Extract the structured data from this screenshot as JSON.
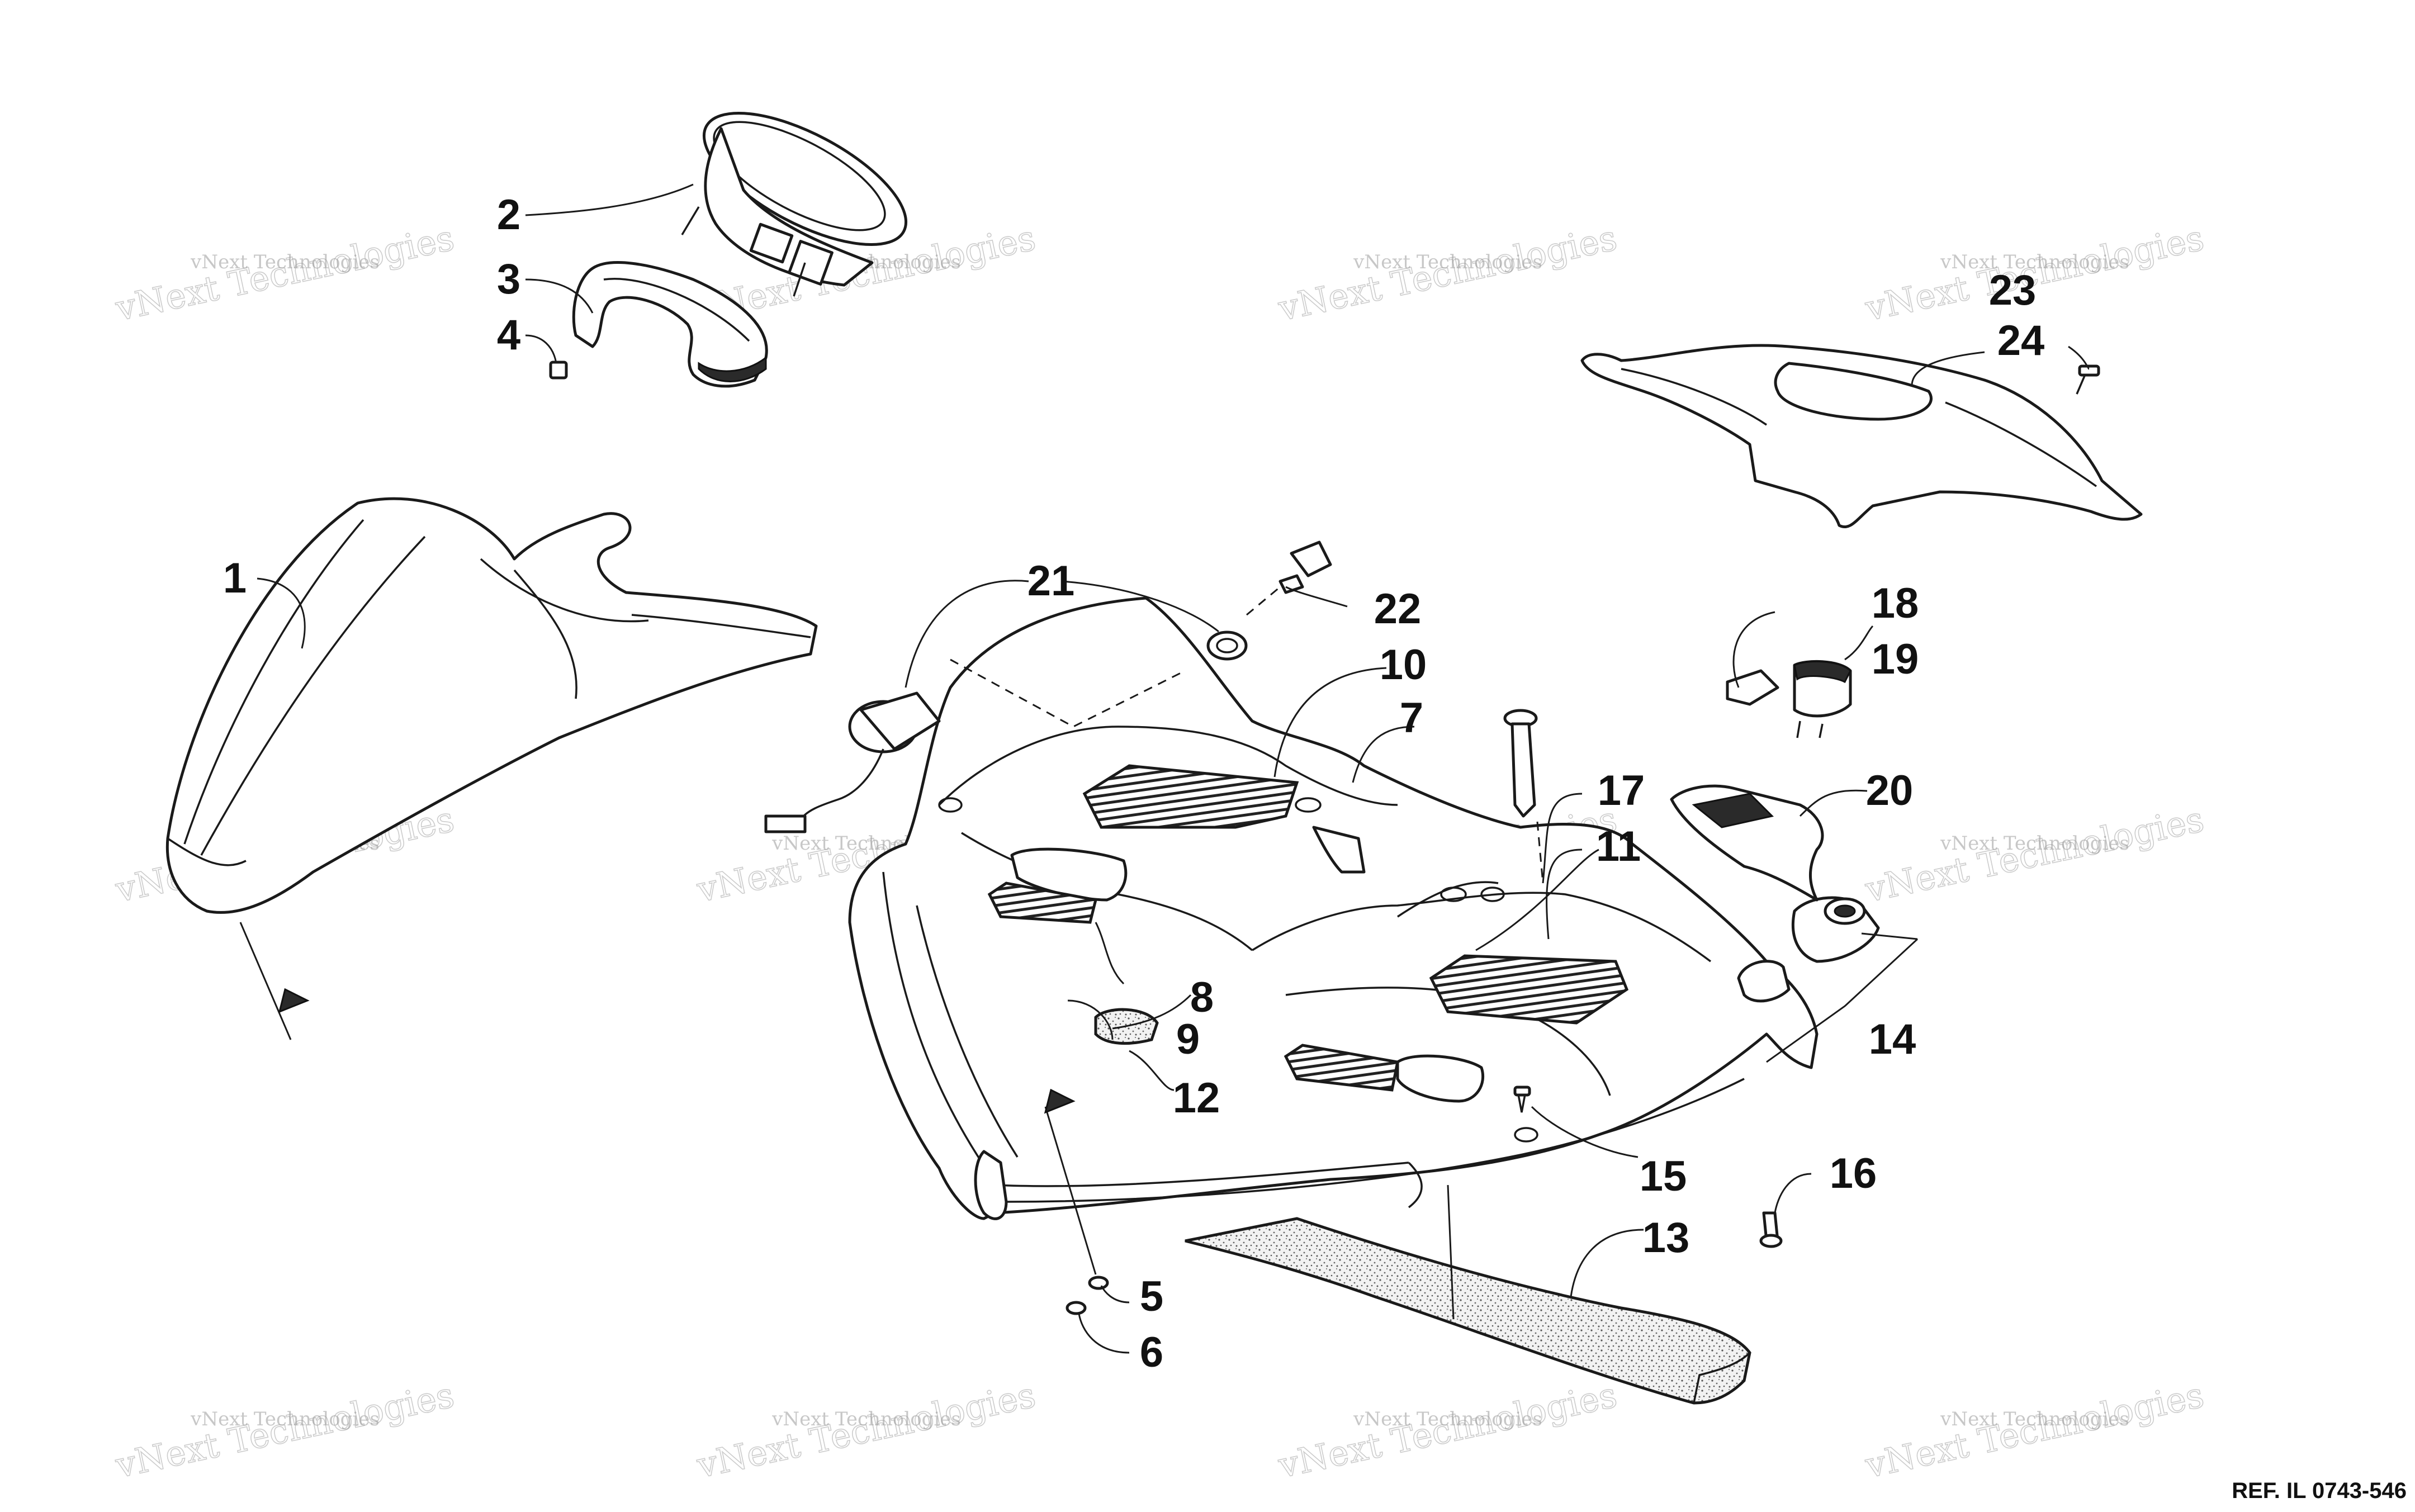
{
  "diagram": {
    "reference": "REF. IL 0743-546",
    "watermark": {
      "line1": "vNext Technologies",
      "line2": "vNext Technologies"
    },
    "callouts": [
      "1",
      "2",
      "3",
      "4",
      "5",
      "6",
      "7",
      "8",
      "9",
      "10",
      "11",
      "12",
      "13",
      "14",
      "15",
      "16",
      "17",
      "18",
      "19",
      "20",
      "21",
      "22",
      "23",
      "24"
    ]
  },
  "colors": {
    "ink": "#1a1a1a",
    "background": "#ffffff",
    "watermark": "#9a9a9a"
  }
}
